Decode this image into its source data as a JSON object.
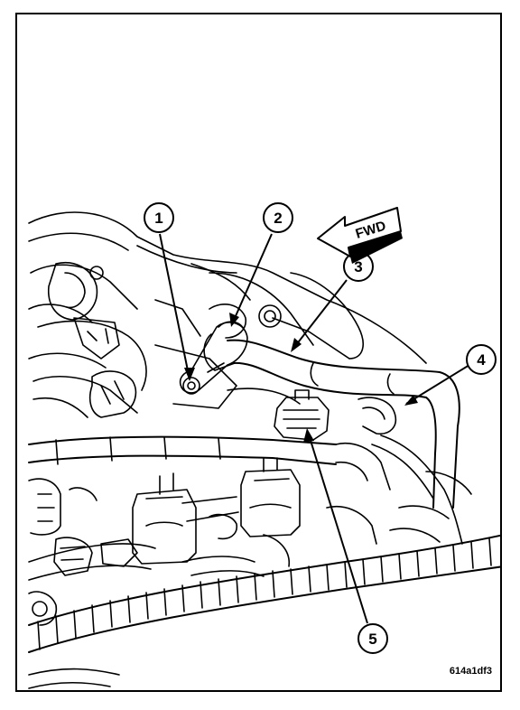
{
  "figure": {
    "code": "614a1df3",
    "direction_label": "FWD",
    "callouts": [
      {
        "label": "1",
        "target": "bolt"
      },
      {
        "label": "2",
        "target": "hose-clamp-bracket"
      },
      {
        "label": "3",
        "target": "hose"
      },
      {
        "label": "4",
        "target": "hose-lower"
      },
      {
        "label": "5",
        "target": "electrical-connector"
      }
    ]
  }
}
